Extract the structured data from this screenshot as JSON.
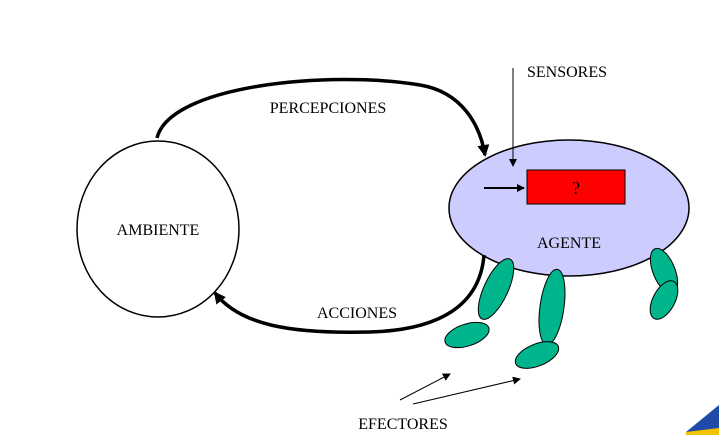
{
  "diagram": {
    "labels": {
      "ambiente": "AMBIENTE",
      "agente": "AGENTE",
      "percepciones": "PERCEPCIONES",
      "acciones": "ACCIONES",
      "sensores": "SENSORES",
      "efectores": "EFECTORES",
      "unknown_box": "?"
    },
    "colors": {
      "agent_fill": "#ccccff",
      "box_fill": "#ff0000",
      "effector_fill": "#00b48c",
      "environment_fill": "#ffffff",
      "stroke": "#000000"
    },
    "icons": {
      "corner_logo": "blue-triangle-logo"
    }
  }
}
